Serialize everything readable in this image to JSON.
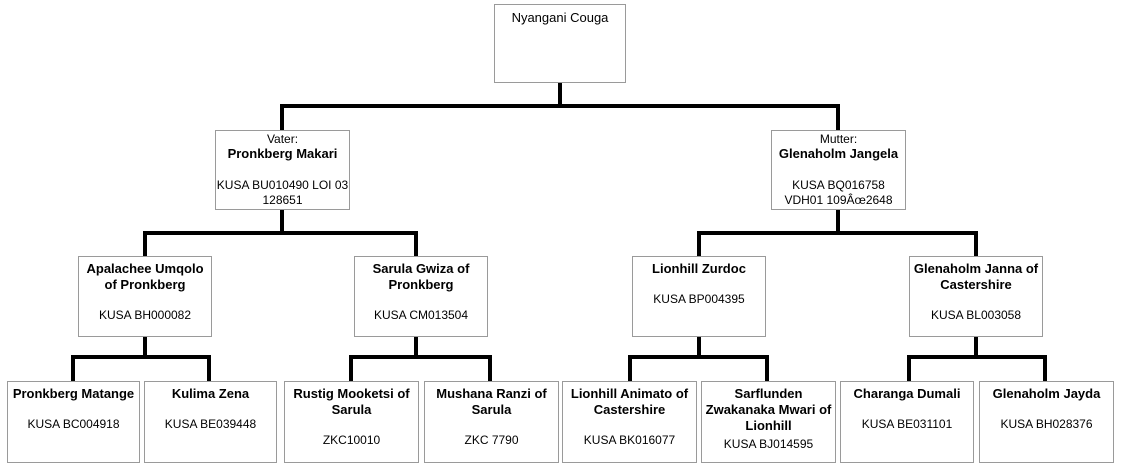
{
  "subject": {
    "name": "Nyangani Couga"
  },
  "sire": {
    "role": "Vater:",
    "name": "Pronkberg Makari",
    "reg": "KUSA BU010490 LOI 03 128651"
  },
  "dam": {
    "role": "Mutter:",
    "name": "Glenaholm Jangela",
    "reg": "KUSA BQ016758 VDH01 109Âœ2648"
  },
  "grandparents": [
    {
      "name": "Apalachee Umqolo of Pronkberg",
      "reg": "KUSA BH000082"
    },
    {
      "name": "Sarula Gwiza of Pronkberg",
      "reg": "KUSA CM013504"
    },
    {
      "name": "Lionhill Zurdoc",
      "reg": "KUSA BP004395"
    },
    {
      "name": "Glenaholm Janna of Castershire",
      "reg": "KUSA BL003058"
    }
  ],
  "great_grandparents": [
    {
      "name": "Pronkberg Matange",
      "reg": "KUSA BC004918"
    },
    {
      "name": "Kulima Zena",
      "reg": "KUSA BE039448"
    },
    {
      "name": "Rustig Mooketsi of Sarula",
      "reg": "ZKC10010"
    },
    {
      "name": "Mushana Ranzi of Sarula",
      "reg": "ZKC 7790"
    },
    {
      "name": "Lionhill Animato of Castershire",
      "reg": "KUSA BK016077"
    },
    {
      "name": "Sarflunden Zwakanaka Mwari of Lionhill",
      "reg": "KUSA BJ014595"
    },
    {
      "name": "Charanga Dumali",
      "reg": "KUSA BE031101"
    },
    {
      "name": "Glenaholm Jayda",
      "reg": "KUSA BH028376"
    }
  ]
}
